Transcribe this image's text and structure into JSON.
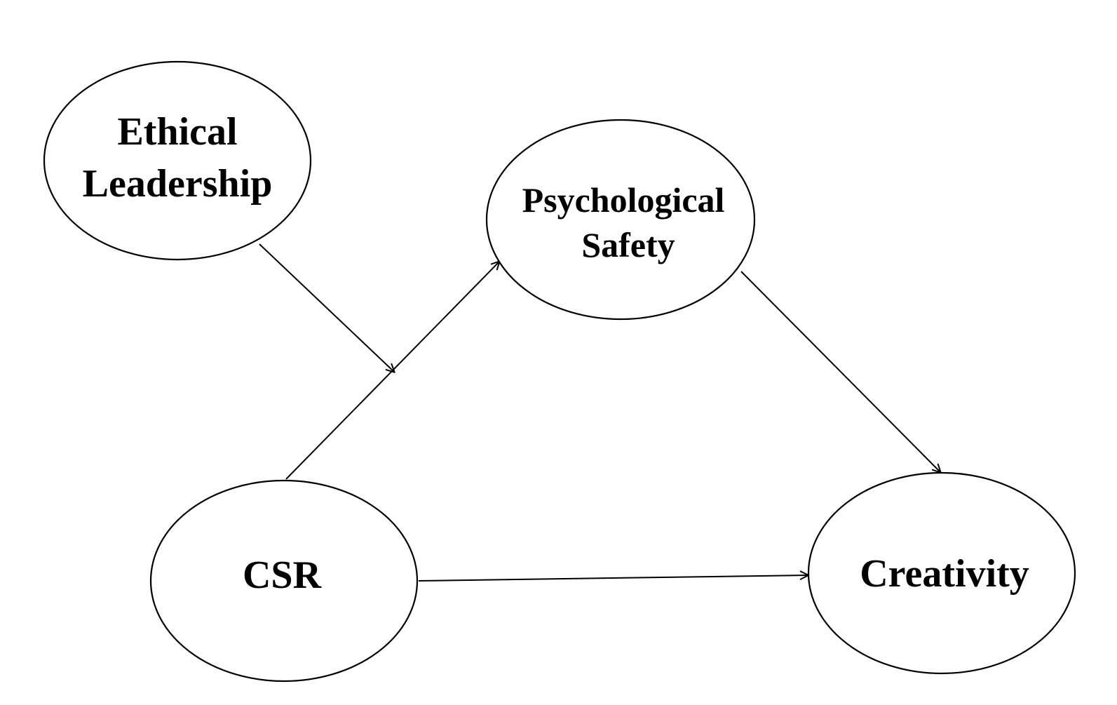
{
  "nodes": {
    "ethical_leadership": {
      "line1": "Ethical",
      "line2": "Leadership"
    },
    "psychological_safety": {
      "line1": "Psychological",
      "line2": "Safety"
    },
    "csr": {
      "label": "CSR"
    },
    "creativity": {
      "label": "Creativity"
    }
  },
  "edges": [
    {
      "from": "CSR",
      "to": "Psychological Safety"
    },
    {
      "from": "Psychological Safety",
      "to": "Creativity"
    },
    {
      "from": "CSR",
      "to": "Creativity"
    },
    {
      "from": "Ethical Leadership",
      "to": "CSR → Psychological Safety path"
    }
  ]
}
